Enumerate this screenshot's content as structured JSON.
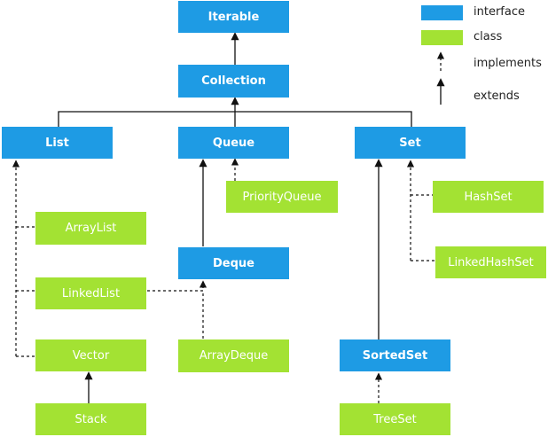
{
  "colors": {
    "interface": "#1e9be4",
    "class": "#a3e233",
    "line": "#111111"
  },
  "legend": {
    "interface": "interface",
    "class": "class",
    "implements": "implements",
    "extends": "extends"
  },
  "nodes": {
    "iterable": "Iterable",
    "collection": "Collection",
    "list": "List",
    "queue": "Queue",
    "set": "Set",
    "priority_queue": "PriorityQueue",
    "hash_set": "HashSet",
    "array_list": "ArrayList",
    "linked_hash_set": "LinkedHashSet",
    "deque": "Deque",
    "linked_list": "LinkedList",
    "vector": "Vector",
    "array_deque": "ArrayDeque",
    "sorted_set": "SortedSet",
    "stack": "Stack",
    "tree_set": "TreeSet"
  }
}
